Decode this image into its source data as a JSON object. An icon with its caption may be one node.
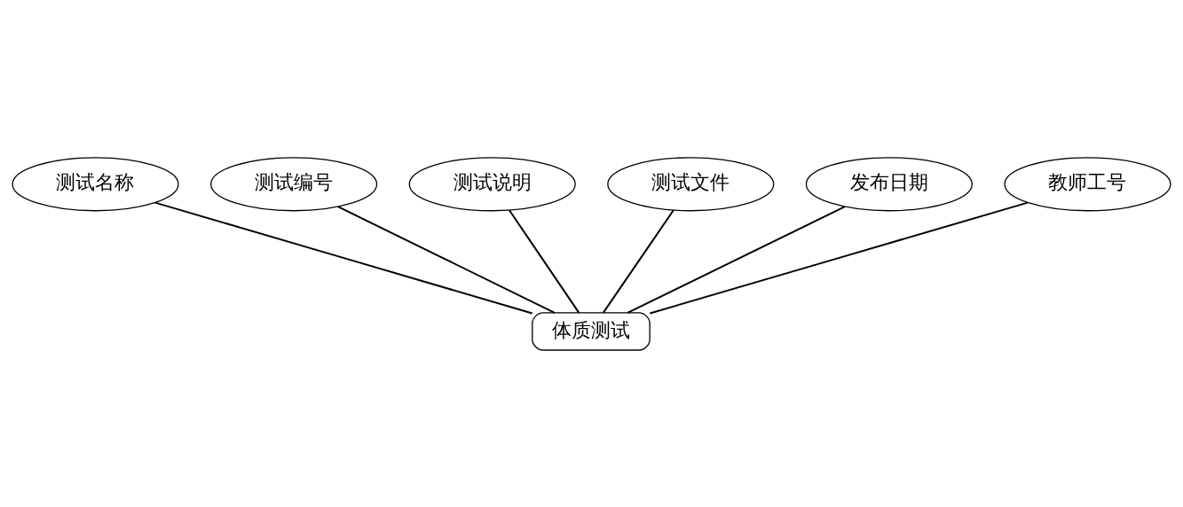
{
  "diagram": {
    "nodes": [
      {
        "text": [
          "测试名称"
        ]
      },
      {
        "text": [
          "测试编号"
        ]
      },
      {
        "text": [
          "测试说明"
        ]
      },
      {
        "text": [
          "测试文件"
        ]
      },
      {
        "text": [
          "发布日期"
        ]
      },
      {
        "text": [
          "教师工号"
        ]
      },
      {
        "text": [
          "体质测试"
        ]
      }
    ],
    "edges": [
      {
        "from": 0,
        "to": 6,
        "arrow": "none"
      },
      {
        "from": 1,
        "to": 6,
        "arrow": "none"
      },
      {
        "from": 2,
        "to": 6,
        "arrow": "none"
      },
      {
        "from": 3,
        "to": 6,
        "arrow": "none"
      },
      {
        "from": 4,
        "to": 6,
        "arrow": "none"
      },
      {
        "from": 5,
        "to": 6,
        "arrow": "none"
      }
    ]
  }
}
